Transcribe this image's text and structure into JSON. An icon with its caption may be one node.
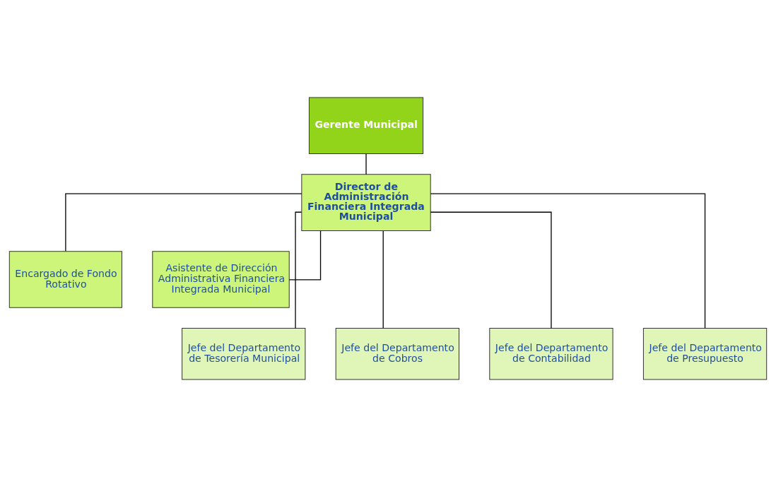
{
  "diagram": {
    "nodes": [
      {
        "text": [
          "Gerente Municipal"
        ]
      },
      {
        "text": [
          "Director de Administración Financiera Integrada Municipal"
        ]
      },
      {
        "text": [
          "Asistente de Dirección Administrativa Financiera Integrada Municipal"
        ]
      },
      {
        "text": [
          "Encargado de Fondo Rotativo"
        ]
      },
      {
        "text": [
          "Jefe del Departamento de Tesorería Municipal"
        ]
      },
      {
        "text": [
          "Jefe del Departamento de Cobros"
        ]
      },
      {
        "text": [
          "Jefe del Departamento de Contabilidad"
        ]
      },
      {
        "text": [
          "Jefe del Departamento de Presupuesto"
        ]
      }
    ],
    "edges": [
      {
        "from": 0,
        "to": 1,
        "arrow": "none"
      },
      {
        "from": 1,
        "to": 2,
        "arrow": "none"
      },
      {
        "from": 1,
        "to": 3,
        "arrow": "none"
      },
      {
        "from": 1,
        "to": 4,
        "arrow": "none"
      },
      {
        "from": 1,
        "to": 5,
        "arrow": "none"
      },
      {
        "from": 1,
        "to": 6,
        "arrow": "none"
      },
      {
        "from": 1,
        "to": 7,
        "arrow": "none"
      }
    ]
  }
}
